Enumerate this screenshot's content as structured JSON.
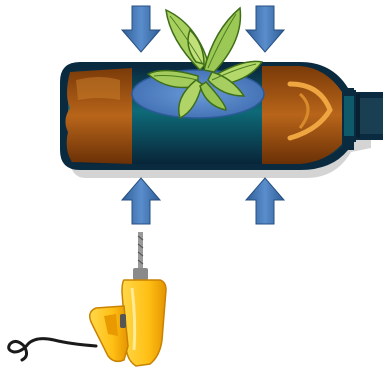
{
  "illustration": {
    "objects": [
      "plastic-bottle",
      "plant",
      "drill"
    ],
    "arrows": {
      "top": [
        "down-arrow",
        "down-arrow"
      ],
      "bottom": [
        "up-arrow",
        "up-arrow"
      ]
    },
    "colors": {
      "bottle_dark": "#0a2e45",
      "bottle_mid": "#0d5a6e",
      "amber": "#a3520f",
      "amber_light": "#d98a2a",
      "soil_blue": "#4f7fc4",
      "leaf": "#9fc85a",
      "leaf_dark": "#4a7d1f",
      "arrow": "#3d6fab",
      "drill_body": "#ffc21a",
      "drill_shade": "#e89a00",
      "cord": "#1a1a1a"
    }
  }
}
